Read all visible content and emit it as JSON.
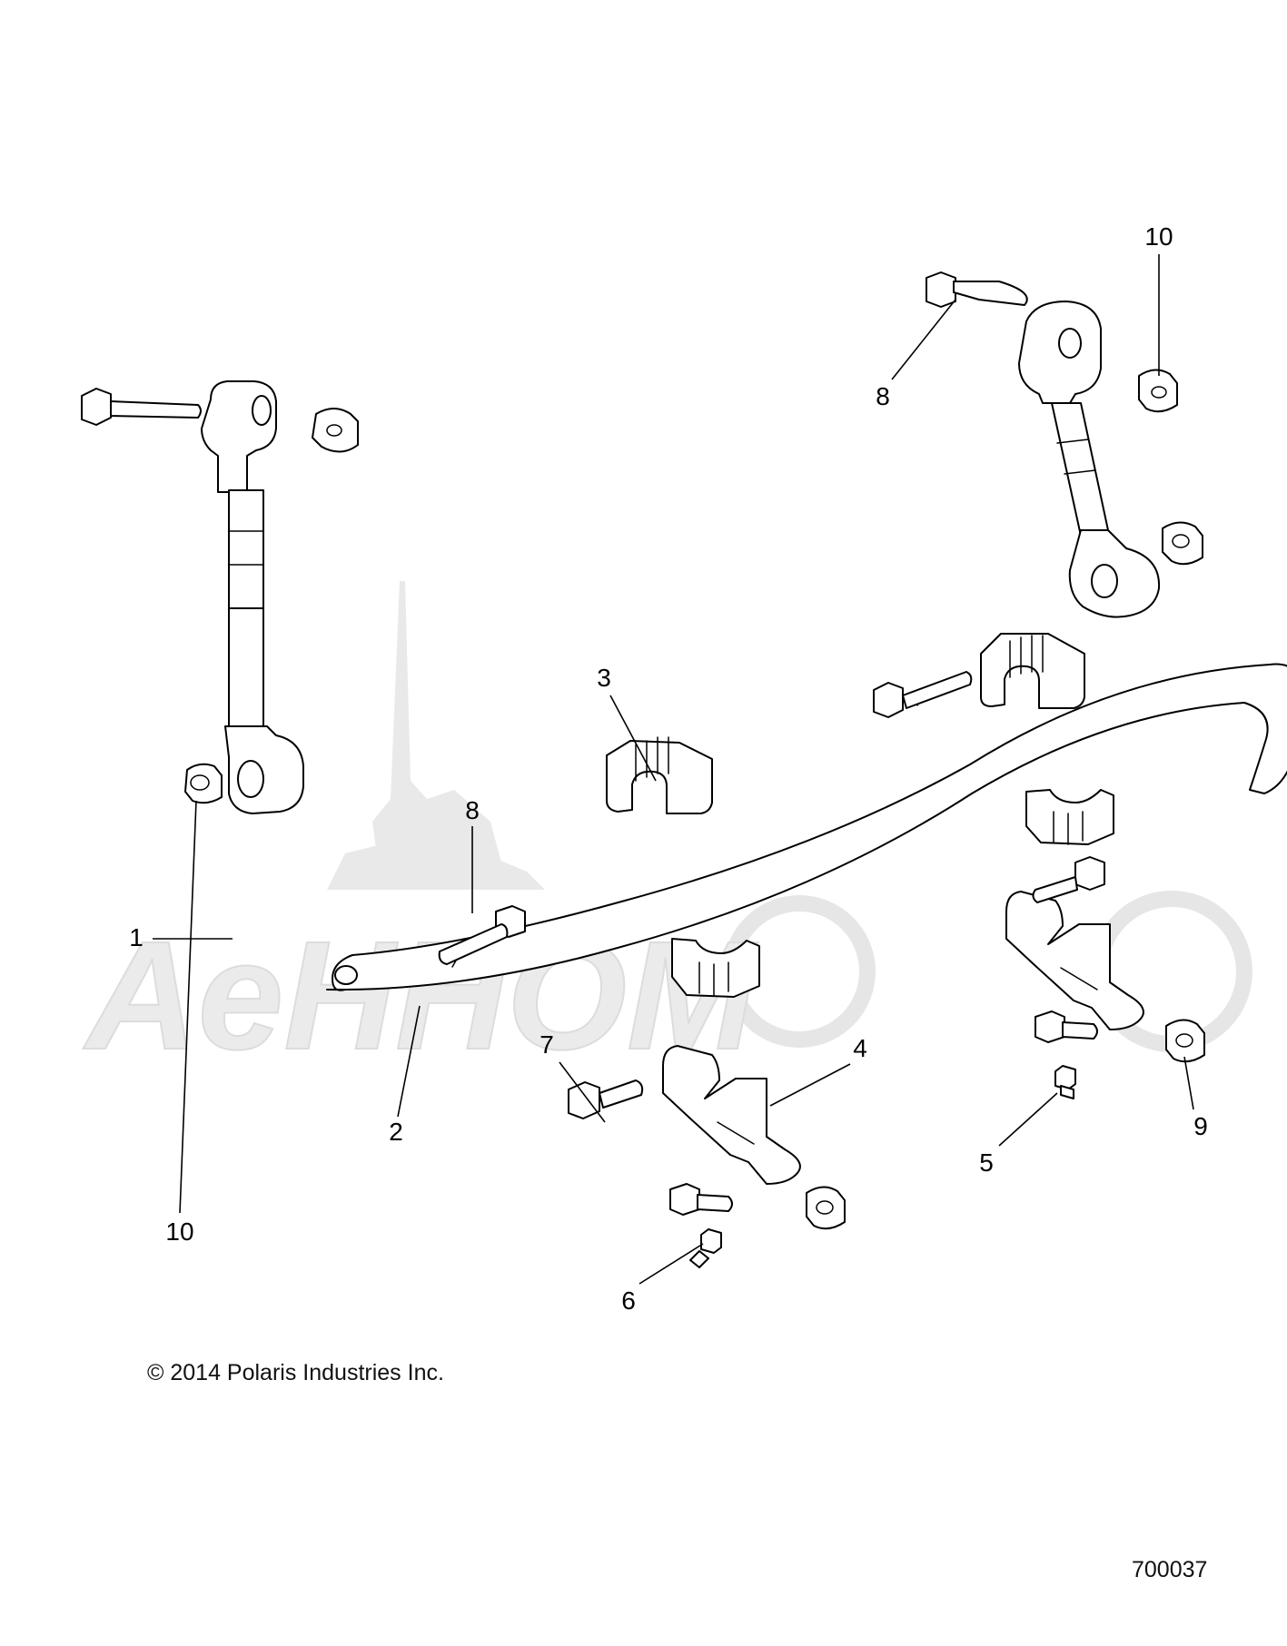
{
  "copyright": "© 2014 Polaris Industries Inc.",
  "figure_number": "700037",
  "watermark_text": "AeHHOM",
  "callouts": [
    "1",
    "2",
    "3",
    "4",
    "5",
    "6",
    "7",
    "8",
    "8",
    "9",
    "10",
    "10"
  ]
}
